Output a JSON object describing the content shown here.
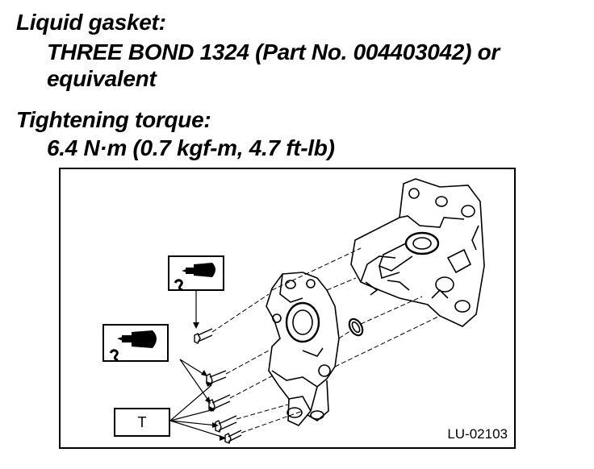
{
  "gasket": {
    "heading": "Liquid gasket:",
    "line1": "THREE BOND 1324 (Part No. 004403042) or",
    "line2": "equivalent"
  },
  "torque": {
    "heading": "Tightening torque:",
    "value": "6.4 N·m (0.7 kgf-m, 4.7 ft-lb)"
  },
  "figure": {
    "code": "LU-02103",
    "torque_label": "T",
    "sealant_icon": "sealant-tube-icon"
  }
}
